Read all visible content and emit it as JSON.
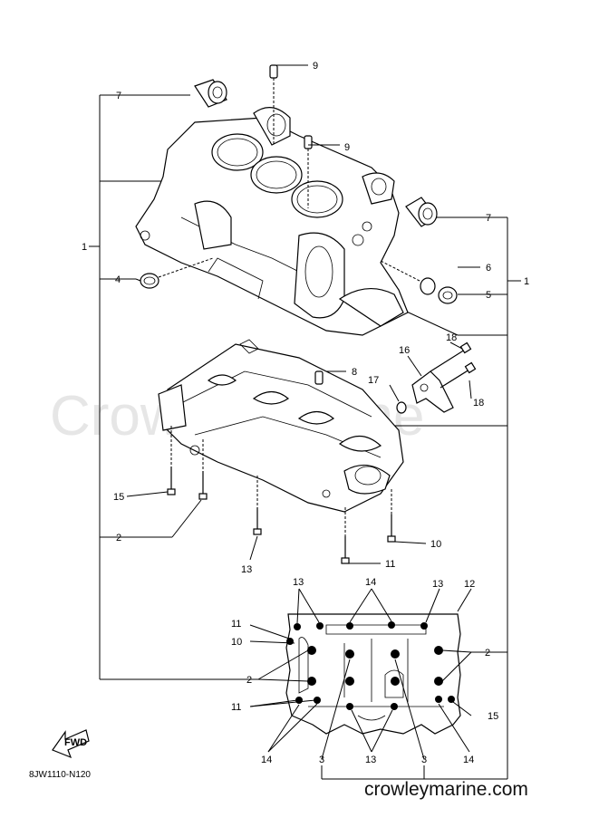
{
  "watermark": "CrowleyMarine",
  "site": "crowleymarine.com",
  "diagram_code": "8JW1110-N120",
  "fwd_label": "FWD",
  "callouts": {
    "c1a": "1",
    "c1b": "1",
    "c2a": "2",
    "c2b": "2",
    "c2c": "2",
    "c3a": "3",
    "c3b": "3",
    "c4": "4",
    "c5": "5",
    "c6": "6",
    "c7a": "7",
    "c7b": "7",
    "c8": "8",
    "c9a": "9",
    "c9b": "9",
    "c10a": "10",
    "c10b": "10",
    "c11a": "11",
    "c11b": "11",
    "c11c": "11",
    "c12": "12",
    "c13a": "13",
    "c13b": "13",
    "c13c": "13",
    "c13d": "13",
    "c14a": "14",
    "c14b": "14",
    "c14c": "14",
    "c15a": "15",
    "c15b": "15",
    "c16": "16",
    "c17": "17",
    "c18a": "18",
    "c18b": "18"
  }
}
